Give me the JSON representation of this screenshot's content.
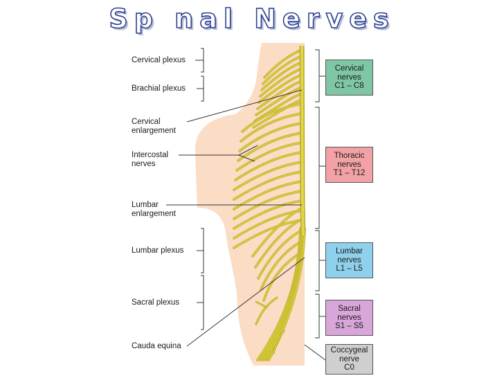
{
  "title": "Sp nal Nerves",
  "left_labels": {
    "cervical_plexus": "Cervical plexus",
    "brachial_plexus": "Brachial plexus",
    "cervical_enlargement": [
      "Cervical",
      "enlargement"
    ],
    "intercostal_nerves": [
      "Intercostal",
      "nerves"
    ],
    "lumbar_enlargement": [
      "Lumbar",
      "enlargement"
    ],
    "lumbar_plexus": "Lumbar plexus",
    "sacral_plexus": "Sacral plexus",
    "cauda_equina": "Cauda equina"
  },
  "right_boxes": [
    {
      "lines": [
        "Cervical",
        "nerves",
        "C1 – C8"
      ],
      "color": "#7fc7a4"
    },
    {
      "lines": [
        "Thoracic",
        "nerves",
        "T1 – T12"
      ],
      "color": "#f2a2a6"
    },
    {
      "lines": [
        "Lumbar",
        "nerves",
        "L1 – L5"
      ],
      "color": "#8fd0ec"
    },
    {
      "lines": [
        "Sacral",
        "nerves",
        "S1 – S5"
      ],
      "color": "#d9a6d9"
    },
    {
      "lines": [
        "Coccygeal",
        "nerve",
        "C0"
      ],
      "color": "#cfcfcf"
    }
  ],
  "colors": {
    "skin": "#fbdcc4",
    "nerve": "#d9cf3c",
    "nerve_stroke": "#b8a92a",
    "title_outline": "#2c3f8f"
  }
}
